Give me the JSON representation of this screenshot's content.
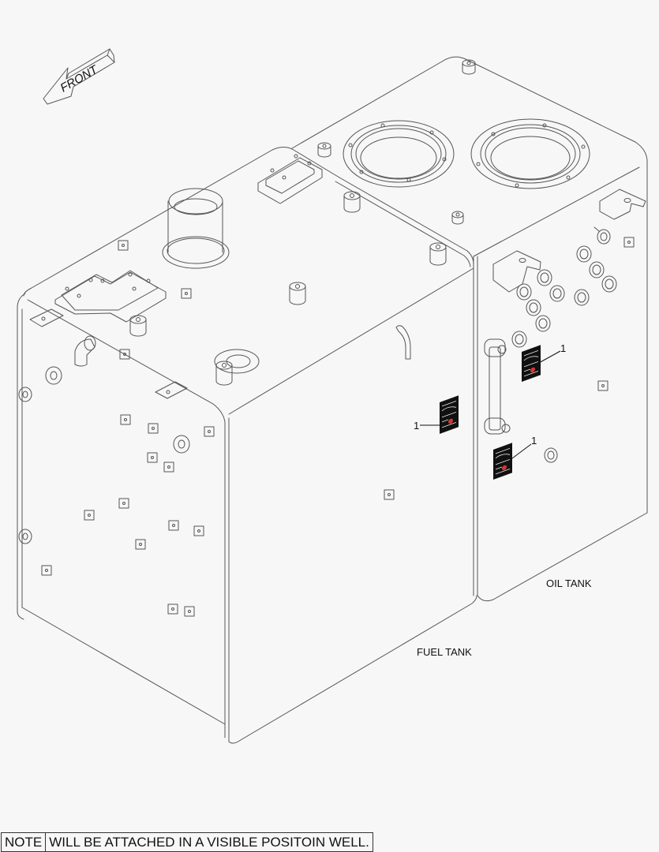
{
  "diagram": {
    "type": "isometric parts illustration",
    "orientation_arrow": {
      "label": "FRONT",
      "icon": "front-arrow-icon"
    },
    "components": [
      {
        "id": "fuel-tank",
        "label": "FUEL TANK"
      },
      {
        "id": "oil-tank",
        "label": "OIL TANK"
      }
    ],
    "callouts": [
      {
        "number": "1",
        "target": "decal on fuel tank side"
      },
      {
        "number": "1",
        "target": "decal on oil tank (upper)"
      },
      {
        "number": "1",
        "target": "decal on oil tank (lower)"
      }
    ],
    "colors": {
      "background": "#f7f7f7",
      "line": "#555555",
      "decal": "#111111",
      "decal_accent": "#dd3333"
    }
  },
  "labels": {
    "front": "FRONT",
    "fuel_tank": "FUEL TANK",
    "oil_tank": "OIL TANK",
    "callout_1a": "1",
    "callout_1b": "1",
    "callout_1c": "1"
  },
  "note": {
    "header": "NOTE",
    "text": "WILL BE ATTACHED IN A VISIBLE POSITOIN WELL."
  }
}
